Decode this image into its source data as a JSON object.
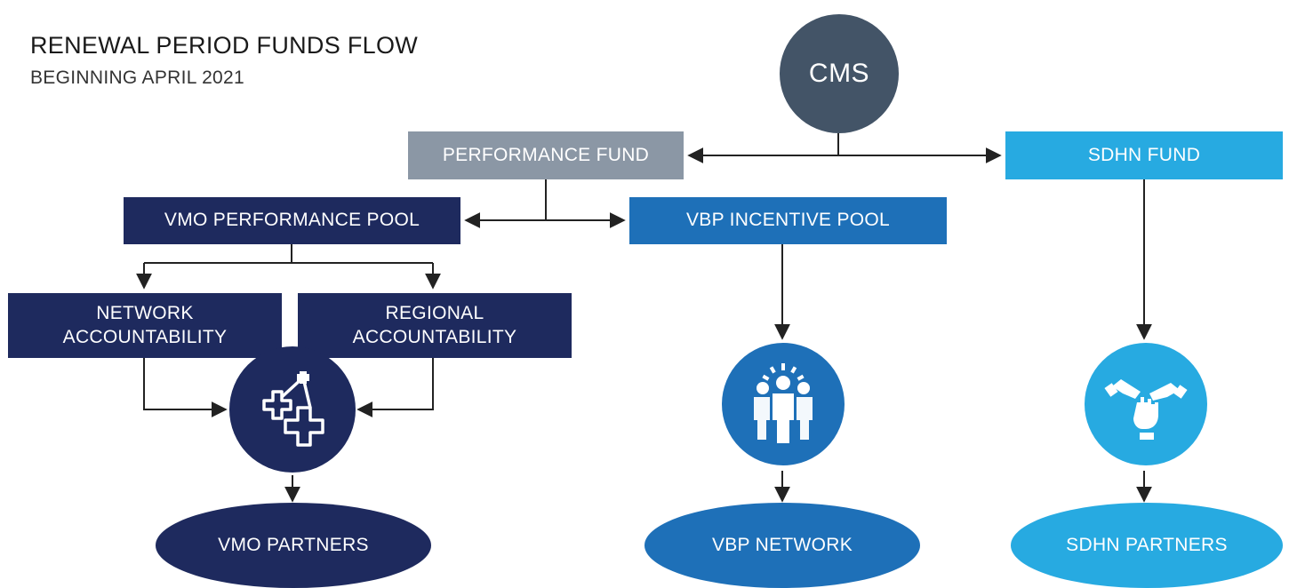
{
  "header": {
    "title": "RENEWAL PERIOD FUNDS FLOW",
    "subtitle": "BEGINNING APRIL 2021"
  },
  "nodes": {
    "cms": "CMS",
    "performance_fund": "PERFORMANCE FUND",
    "sdhn_fund": "SDHN FUND",
    "vmo_pool": "VMO PERFORMANCE POOL",
    "vbp_pool": "VBP INCENTIVE POOL",
    "network_accountability": [
      "NETWORK",
      "ACCOUNTABILITY"
    ],
    "regional_accountability": [
      "REGIONAL",
      "ACCOUNTABILITY"
    ],
    "vmo_partners": "VMO PARTNERS",
    "vbp_network": "VBP NETWORK",
    "sdhn_partners": "SDHN PARTNERS"
  },
  "icons": {
    "vmo": "medical-crosses-network-icon",
    "vbp": "group-people-icon",
    "sdhn": "stacked-hands-icon"
  },
  "colors": {
    "cms": "#435467",
    "performance_fund": "#8b97a5",
    "navy": "#1e2a5e",
    "mid_blue": "#1e70b8",
    "light_blue": "#27aae1",
    "line": "#222222"
  }
}
